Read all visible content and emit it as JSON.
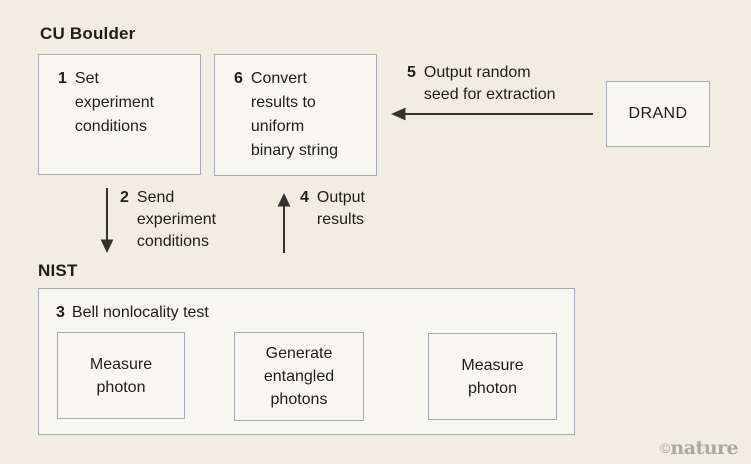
{
  "colors": {
    "background": "#f1ede2",
    "box_fill": "#f9f7f1",
    "box_border": "#a5abb7",
    "text": "#1f1d1b",
    "arrow": "#333333",
    "credit": "#a9a8a3"
  },
  "labels": {
    "cu_boulder": "CU Boulder",
    "nist": "NIST"
  },
  "steps": {
    "set_conditions": {
      "num": "1",
      "text": "Set\nexperiment\nconditions"
    },
    "send_conditions": {
      "num": "2",
      "text": "Send\nexperiment\nconditions"
    },
    "bell_test": {
      "num": "3",
      "text": "Bell nonlocality test"
    },
    "output_results": {
      "num": "4",
      "text": "Output\nresults"
    },
    "output_seed": {
      "num": "5",
      "text": "Output random\nseed for extraction"
    },
    "convert_results": {
      "num": "6",
      "text": "Convert\nresults to\nuniform\nbinary string"
    }
  },
  "nodes": {
    "drand": "DRAND",
    "measure_photon_left": "Measure\nphoton",
    "generate_entangled": "Generate\nentangled\nphotons",
    "measure_photon_right": "Measure\nphoton"
  },
  "arrows": {
    "output_seed_direction": "left",
    "send_conditions_direction": "down",
    "output_results_direction": "up",
    "to_left_detector_direction": "left",
    "to_right_detector_direction": "right"
  },
  "credit": {
    "symbol": "©",
    "name": "nature"
  }
}
